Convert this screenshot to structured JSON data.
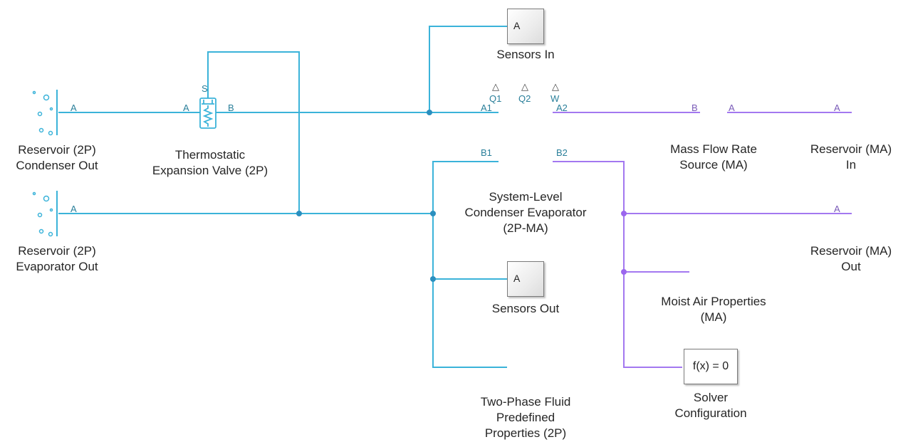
{
  "blocks": {
    "reservoir_2p_condenser": {
      "label": "Reservoir (2P)\nCondenser Out",
      "port_a": "A"
    },
    "reservoir_2p_evaporator": {
      "label": "Reservoir (2P)\nEvaporator Out",
      "port_a": "A"
    },
    "tev": {
      "label": "Thermostatic\nExpansion Valve (2P)",
      "port_a": "A",
      "port_b": "B",
      "port_s": "S"
    },
    "sensors_in": {
      "label": "Sensors In",
      "port": "A"
    },
    "sensors_out": {
      "label": "Sensors Out",
      "port": "A"
    },
    "condenser_evaporator": {
      "label": "System-Level\nCondenser Evaporator\n(2P-MA)",
      "ports": {
        "a1": "A1",
        "b1": "B1",
        "a2": "A2",
        "b2": "B2",
        "q1": "Q1",
        "q2": "Q2",
        "w": "W"
      }
    },
    "mass_flow": {
      "label": "Mass Flow Rate\nSource (MA)",
      "port_a": "A",
      "port_b": "B"
    },
    "reservoir_ma_in": {
      "label": "Reservoir (MA)\nIn",
      "port_a": "A"
    },
    "reservoir_ma_out": {
      "label": "Reservoir (MA)\nOut",
      "port_a": "A"
    },
    "moist_air": {
      "label": "Moist Air Properties\n(MA)"
    },
    "solver": {
      "label": "Solver\nConfiguration",
      "text": "f(x) = 0"
    },
    "two_phase_fluid": {
      "label": "Two-Phase Fluid\nPredefined\nProperties (2P)"
    }
  },
  "colors": {
    "two_phase": "#3bb3d9",
    "moist_air": "#a378f0",
    "hx_border": "#c94b4b"
  }
}
